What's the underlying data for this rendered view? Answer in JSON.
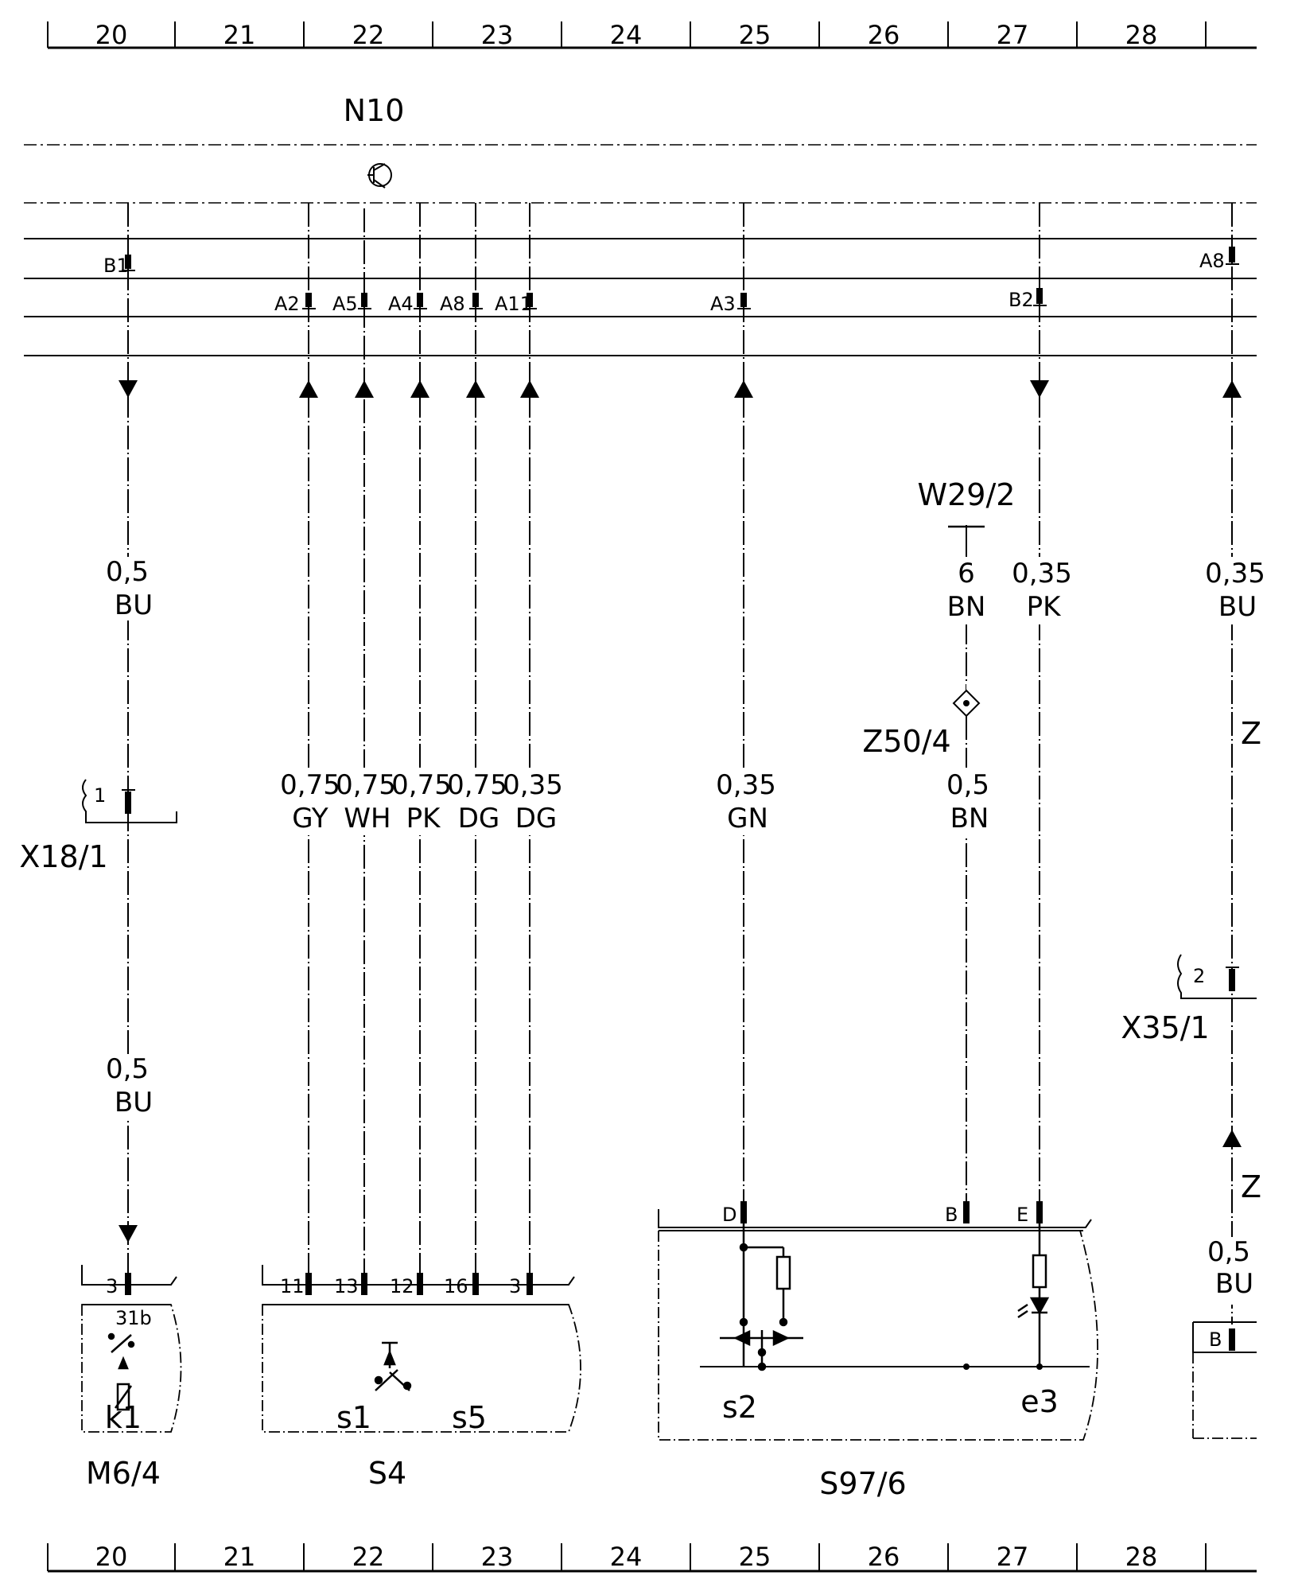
{
  "column_ruler": {
    "columns": [
      "20",
      "21",
      "22",
      "23",
      "24",
      "25",
      "26",
      "27",
      "28"
    ]
  },
  "control_unit": {
    "label": "N10"
  },
  "connectors_top": [
    "B1",
    "A2",
    "A5",
    "A4",
    "A8",
    "A11",
    "A3",
    "B2",
    "A8"
  ],
  "wires": [
    {
      "size": "0,5",
      "color": "BU"
    },
    {
      "size": "0,75",
      "color": "GY"
    },
    {
      "size": "0,75",
      "color": "WH"
    },
    {
      "size": "0,75",
      "color": "PK"
    },
    {
      "size": "0,75",
      "color": "DG"
    },
    {
      "size": "0,35",
      "color": "DG"
    },
    {
      "size": "0,35",
      "color": "GN"
    },
    {
      "size": "6",
      "color": "BN"
    },
    {
      "size": "0,35",
      "color": "PK"
    },
    {
      "size": "0,35",
      "color": "BU"
    },
    {
      "size": "0,5",
      "color": "BN"
    },
    {
      "size": "0,5",
      "color": "BU"
    },
    {
      "size": "0,5",
      "color": "BU"
    }
  ],
  "ground": {
    "label": "W29/2"
  },
  "splice": {
    "label": "Z50/4"
  },
  "plug_x18": {
    "label": "X18/1",
    "pin": "1"
  },
  "plug_x35": {
    "label": "X35/1",
    "pin": "2"
  },
  "right_edge_labels": [
    "Z",
    "Z"
  ],
  "components": [
    {
      "label": "M6/4",
      "pins": [
        "3"
      ],
      "inner": [
        "31b",
        "k1"
      ]
    },
    {
      "label": "S4",
      "pins": [
        "11",
        "13",
        "12",
        "16",
        "3"
      ],
      "inner": [
        "s1",
        "s5"
      ]
    },
    {
      "label": "S97/6",
      "pins": [
        "D",
        "B",
        "E"
      ],
      "inner": [
        "s2",
        "e3"
      ]
    },
    {
      "label": "",
      "pins": [
        "B"
      ],
      "inner": []
    }
  ]
}
